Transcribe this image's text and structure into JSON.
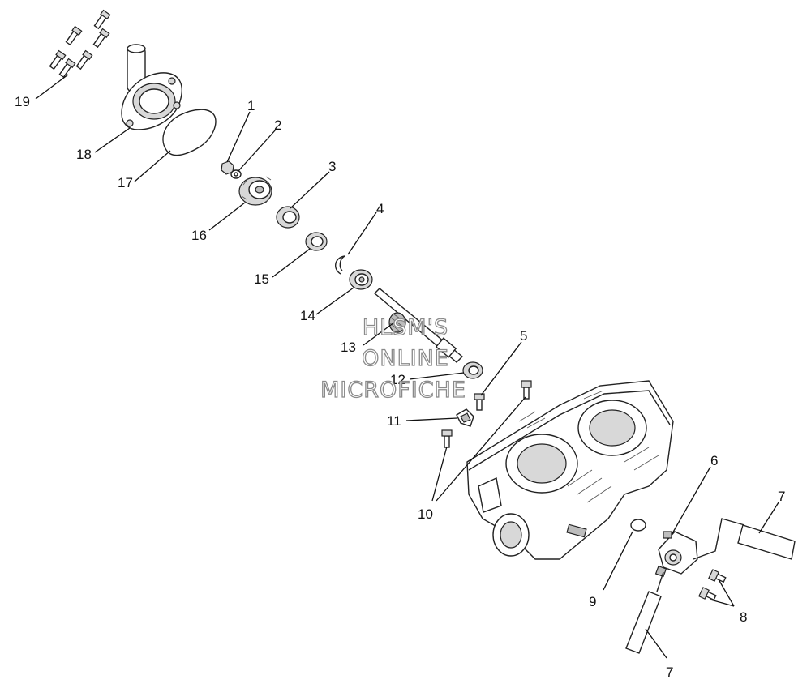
{
  "watermark": {
    "line1": "HLSM'S",
    "line2": "ONLINE",
    "line3": "MICROFICHE"
  },
  "callouts": [
    {
      "id": "c1",
      "label": "1"
    },
    {
      "id": "c2",
      "label": "2"
    },
    {
      "id": "c3",
      "label": "3"
    },
    {
      "id": "c4",
      "label": "4"
    },
    {
      "id": "c5",
      "label": "5"
    },
    {
      "id": "c6",
      "label": "6"
    },
    {
      "id": "c7a",
      "label": "7"
    },
    {
      "id": "c7b",
      "label": "7"
    },
    {
      "id": "c8",
      "label": "8"
    },
    {
      "id": "c9",
      "label": "9"
    },
    {
      "id": "c10",
      "label": "10"
    },
    {
      "id": "c11",
      "label": "11"
    },
    {
      "id": "c12",
      "label": "12"
    },
    {
      "id": "c13",
      "label": "13"
    },
    {
      "id": "c14",
      "label": "14"
    },
    {
      "id": "c15",
      "label": "15"
    },
    {
      "id": "c16",
      "label": "16"
    },
    {
      "id": "c17",
      "label": "17"
    },
    {
      "id": "c18",
      "label": "18"
    },
    {
      "id": "c19",
      "label": "19"
    }
  ]
}
